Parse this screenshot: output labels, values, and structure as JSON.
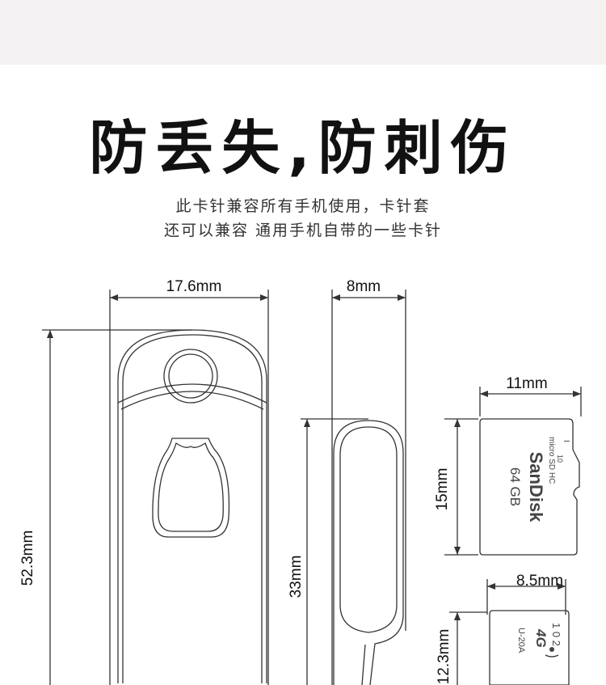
{
  "headline": "防丢失,防刺伤",
  "subtext": {
    "line1": "此卡针兼容所有手机使用，卡针套",
    "line2": "还可以兼容 通用手机自带的一些卡针"
  },
  "dimensions": {
    "holder_width": "17.6mm",
    "holder_height": "52.3mm",
    "pin_width": "8mm",
    "pin_height": "33mm",
    "sd_width": "11mm",
    "sd_height": "15mm",
    "sim_width": "8.5mm",
    "sim_height": "12.3mm"
  },
  "sd_card": {
    "brand": "SanDisk",
    "capacity": "64 GB",
    "logo_text": "micro SD HC",
    "class_mark": "I",
    "speed_mark": "10"
  },
  "sim_card": {
    "network": "4G",
    "model": "U-20A",
    "code_partial": "1 0 2"
  },
  "colors": {
    "background": "#ffffff",
    "top_band": "#f4f2f3",
    "line": "#333333",
    "text": "#111111"
  }
}
